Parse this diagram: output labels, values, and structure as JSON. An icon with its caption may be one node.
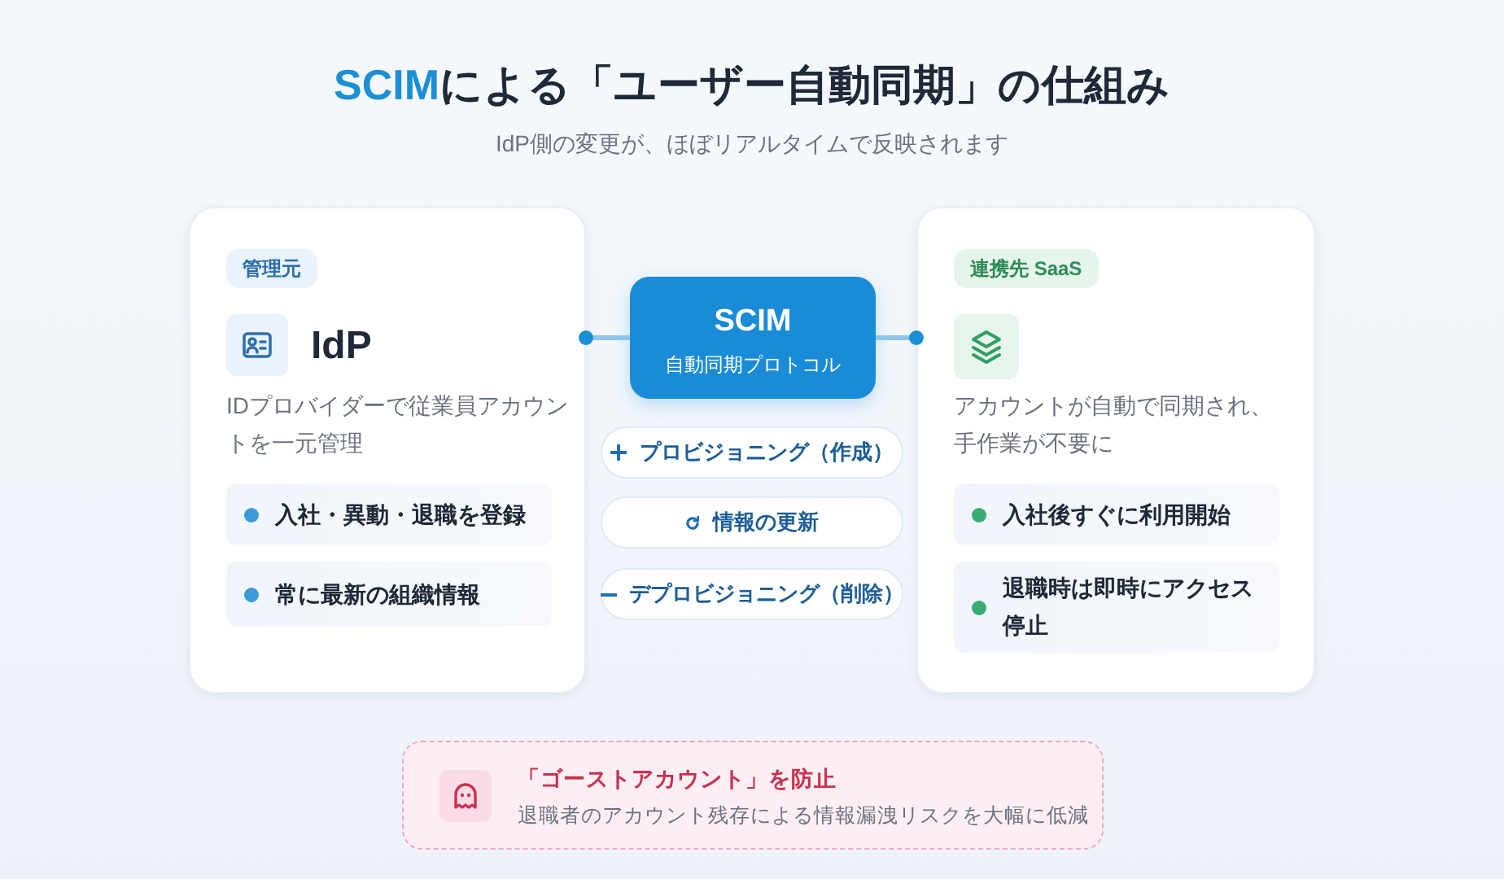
{
  "diagram": {
    "title": "**SCIM**による「ユーザー自動同期」の仕組み",
    "nodes": [
      {
        "text": [
          "IdP",
          "IDプロバイダーで従業員アカウントを一元管理"
        ]
      },
      {
        "text": [
          "管理元"
        ],
        "in": 0
      },
      {
        "text": [
          "入社・異動・退職を登録"
        ],
        "in": 0
      },
      {
        "text": [
          "常に最新の組織情報"
        ],
        "in": 0
      },
      {
        "text": [
          "SCIM",
          "自動同期プロトコル"
        ]
      },
      {
        "text": [
          "プロビジョニング（作成）"
        ]
      },
      {
        "text": [
          "情報の更新"
        ]
      },
      {
        "text": [
          "デプロビジョニング（削除）"
        ]
      },
      {
        "text": [
          "アカウントが自動で同期され、手作業が不要に"
        ]
      },
      {
        "text": [
          "連携先 SaaS"
        ],
        "in": 8
      },
      {
        "text": [
          "入社後すぐに利用開始"
        ],
        "in": 8
      },
      {
        "text": [
          "退職時は即時にアクセス停止"
        ],
        "in": 8
      },
      {
        "text": [
          "「ゴーストアカウント」を防止",
          "退職者のアカウント残存による情報漏洩リスクを大幅に低減"
        ]
      }
    ],
    "edges": [
      {
        "from": 0,
        "to": 4,
        "arrow": "other"
      },
      {
        "from": 8,
        "to": 4,
        "arrow": "other"
      }
    ],
    "labels": [
      "IdP側の変更が、ほぼリアルタイムで反映されます"
    ]
  }
}
